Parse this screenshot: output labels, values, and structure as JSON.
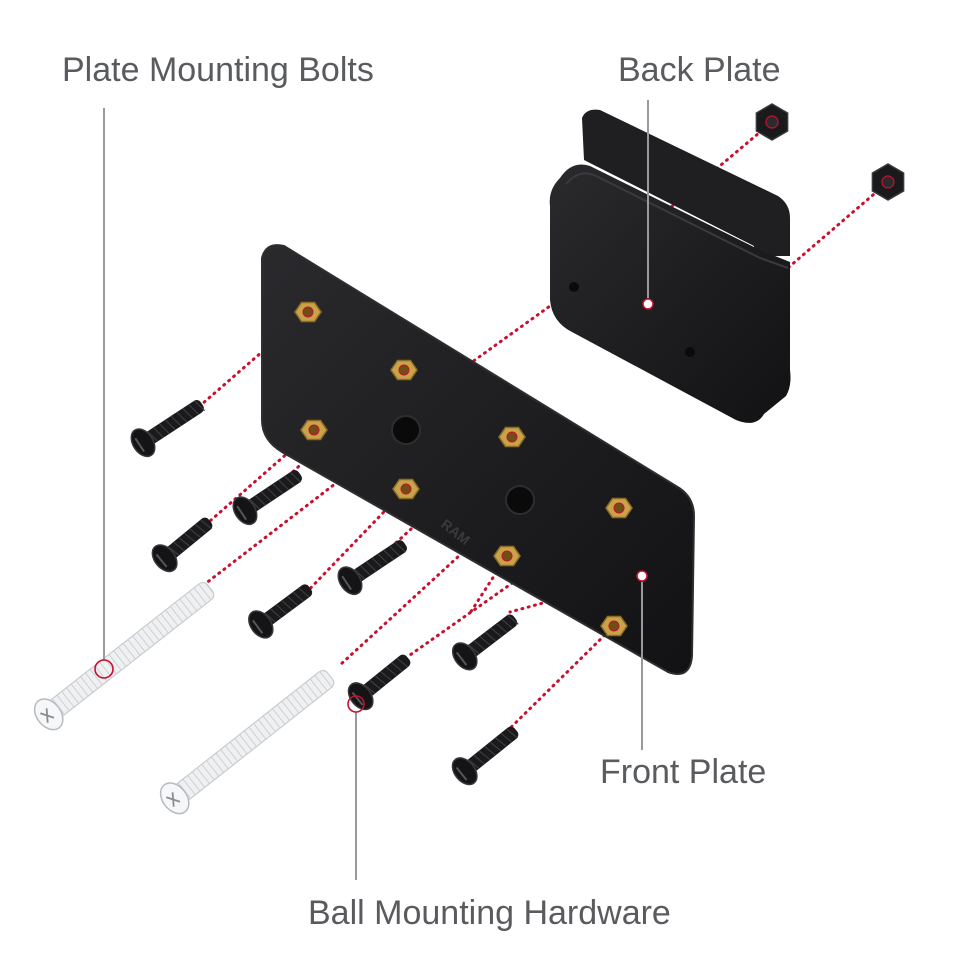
{
  "diagram": {
    "labels": {
      "plate_mounting_bolts": "Plate Mounting Bolts",
      "back_plate": "Back Plate",
      "front_plate": "Front Plate",
      "ball_mounting_hardware": "Ball Mounting Hardware"
    },
    "brand_mark": "RAM",
    "colors": {
      "label_text": "#5a5b5e",
      "leader_line": "#9a9a9a",
      "dotted_guide": "#c8102e",
      "plate": "#1c1c1e",
      "plate_edge": "#2e2e31",
      "brass_insert": "#c9a24a",
      "clear_bolt": "#eef0f2"
    },
    "icons": [
      "hex-nut-icon",
      "machine-screw-icon",
      "clear-bolt-icon",
      "brass-insert-icon"
    ]
  }
}
